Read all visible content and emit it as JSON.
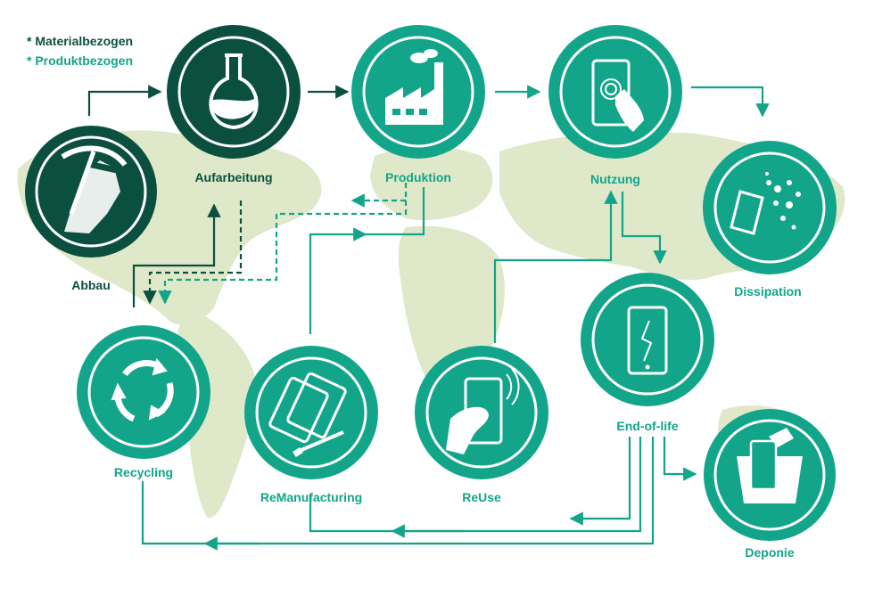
{
  "legend": {
    "material": "* Materialbezogen",
    "product": "* Produktbezogen"
  },
  "colors": {
    "dark": "#0b4f3f",
    "teal": "#12a58a",
    "map": "#dfe8c9",
    "ring": "#ffffff"
  },
  "nodes": {
    "abbau": "Abbau",
    "aufarbeitung": "Aufarbeitung",
    "produktion": "Produktion",
    "nutzung": "Nutzung",
    "dissipation": "Dissipation",
    "end_of_life": "End-of-life",
    "deponie": "Deponie",
    "reuse": "ReUse",
    "remanufacturing": "ReManufacturing",
    "recycling": "Recycling"
  },
  "icons": {
    "abbau": "pickaxe-rock-icon",
    "aufarbeitung": "lab-flask-icon",
    "produktion": "factory-icon",
    "nutzung": "smartphone-touch-icon",
    "dissipation": "broken-phone-fragments-icon",
    "end_of_life": "cracked-smartphone-icon",
    "deponie": "landfill-bin-icon",
    "reuse": "hand-holding-phone-icon",
    "remanufacturing": "phones-screwdriver-icon",
    "recycling": "recycle-arrows-icon"
  }
}
